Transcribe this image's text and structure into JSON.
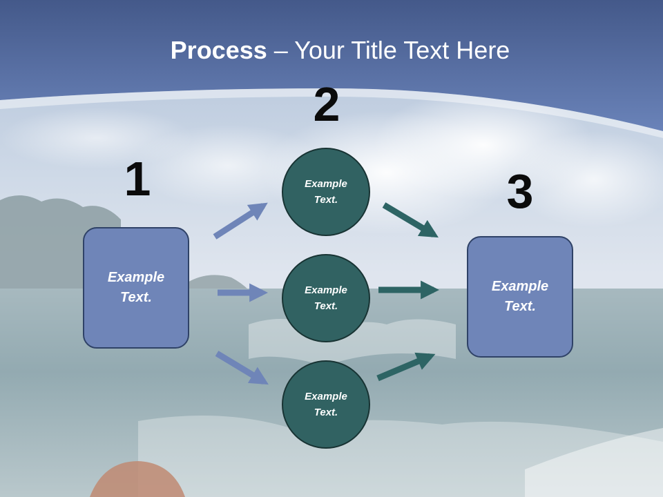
{
  "title": {
    "bold": "Process",
    "rest": " – Your Title Text Here"
  },
  "steps": [
    {
      "number": "1",
      "label": "Example Text."
    },
    {
      "number": "2",
      "nodes": [
        "Example Text.",
        "Example Text.",
        "Example Text."
      ]
    },
    {
      "number": "3",
      "label": "Example Text."
    }
  ],
  "colors": {
    "header_blue": "#5d77ae",
    "box_fill": "#6f85b8",
    "box_border": "#2f4267",
    "circle_fill": "#316262",
    "circle_border": "#183333",
    "arrow_blue": "#6f85b8",
    "arrow_teal": "#2d6464"
  },
  "connectors": [
    {
      "from": "step-1",
      "to": "step-2-node-1",
      "color": "arrow_blue"
    },
    {
      "from": "step-1",
      "to": "step-2-node-2",
      "color": "arrow_blue"
    },
    {
      "from": "step-1",
      "to": "step-2-node-3",
      "color": "arrow_blue"
    },
    {
      "from": "step-2-node-1",
      "to": "step-3",
      "color": "arrow_teal"
    },
    {
      "from": "step-2-node-2",
      "to": "step-3",
      "color": "arrow_teal"
    },
    {
      "from": "step-2-node-3",
      "to": "step-3",
      "color": "arrow_teal"
    }
  ]
}
